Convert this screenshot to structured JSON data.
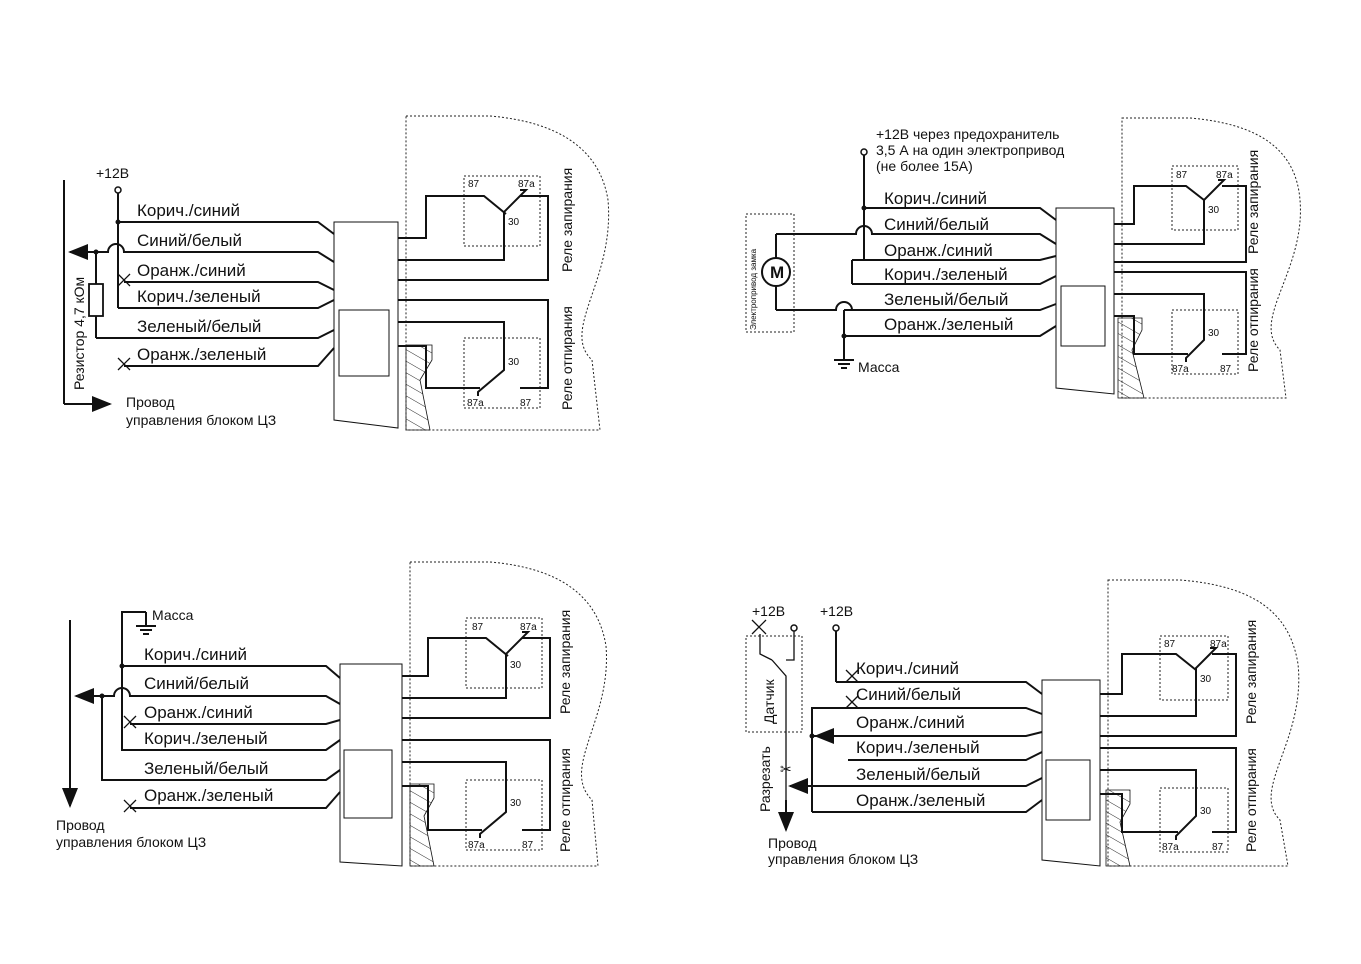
{
  "wires": {
    "w1": "Корич./синий",
    "w2": "Синий/белый",
    "w3": "Оранж./синий",
    "w4": "Корич./зеленый",
    "w5": "Зеленый/белый",
    "w6": "Оранж./зеленый"
  },
  "relay": {
    "lock": "Реле запирания",
    "unlock": "Реле отпирания",
    "pin_87": "87",
    "pin_87a": "87a",
    "pin_30": "30"
  },
  "power": {
    "plus12": "+12В",
    "fuse_line1": "+12В через предохранитель",
    "fuse_line2": "3,5 А на один электропривод",
    "fuse_line3": "(не более 15А)"
  },
  "ground": "Масса",
  "resistor": "Резистор 4,7 кОм",
  "control_wire": {
    "line1": "Провод",
    "line2": "управления блоком ЦЗ"
  },
  "actuator": {
    "title": "Электропривод замка",
    "motor": "M"
  },
  "sensor": "Датчик",
  "cut": "Разрезать"
}
